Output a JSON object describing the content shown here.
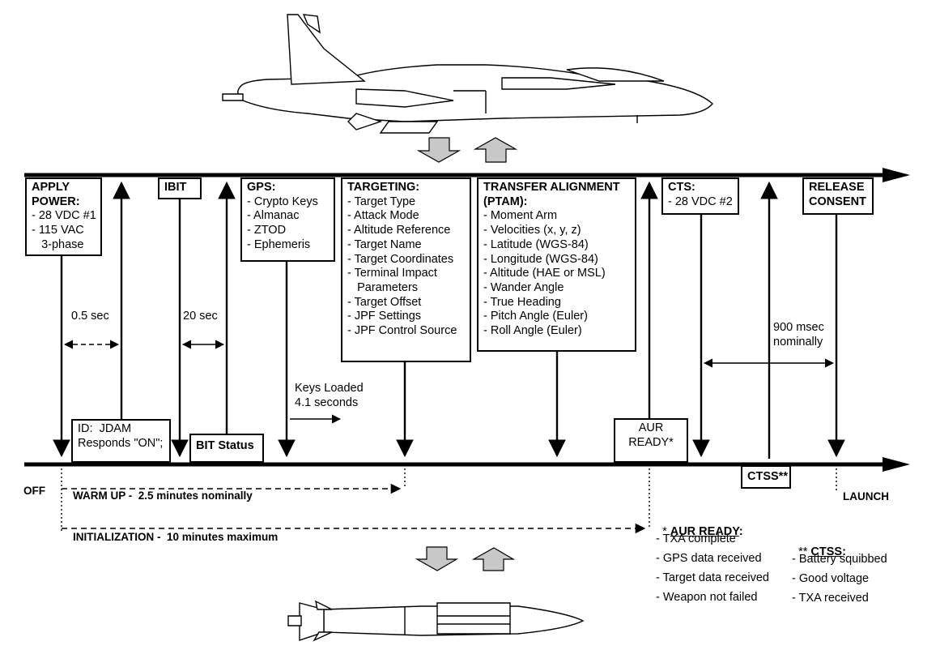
{
  "timeline": {
    "off_label": "OFF",
    "launch_label": "LAUNCH",
    "warmup_label": "WARM UP -  2.5 minutes nominally",
    "init_label": "INITIALIZATION -  10 minutes maximum"
  },
  "boxes": {
    "apply_power": {
      "title_lines": [
        "APPLY",
        "POWER:"
      ],
      "lines": [
        "- 28 VDC #1",
        "- 115 VAC",
        "   3-phase"
      ]
    },
    "ibit": {
      "title": "IBIT"
    },
    "gps": {
      "title": "GPS:",
      "lines": [
        "- Crypto Keys",
        "- Almanac",
        "- ZTOD",
        "- Ephemeris"
      ]
    },
    "targeting": {
      "title": "TARGETING:",
      "lines": [
        "- Target Type",
        "- Attack Mode",
        "- Altitude Reference",
        "- Target Name",
        "- Target Coordinates",
        "- Terminal Impact",
        "   Parameters",
        "- Target Offset",
        "- JPF Settings",
        "- JPF Control Source"
      ]
    },
    "transfer": {
      "title_lines": [
        "TRANSFER ALIGNMENT",
        "(PTAM):"
      ],
      "lines": [
        "- Moment Arm",
        "- Velocities (x, y, z)",
        "- Latitude (WGS-84)",
        "- Longitude (WGS-84)",
        "- Altitude (HAE or MSL)",
        "- Wander Angle",
        "- True Heading",
        "- Pitch Angle (Euler)",
        "- Roll Angle (Euler)"
      ]
    },
    "cts": {
      "title": "CTS:",
      "lines": [
        "- 28 VDC #2"
      ]
    },
    "release": {
      "title_lines": [
        "RELEASE",
        "CONSENT"
      ]
    },
    "id": {
      "lines": [
        "ID:  JDAM",
        "Responds \"ON\";"
      ]
    },
    "bit_status": {
      "title": "BIT Status"
    },
    "aur_ready": {
      "lines": [
        "AUR",
        "READY*"
      ]
    },
    "ctss": {
      "title": "CTSS**"
    }
  },
  "intervals": {
    "half_sec": "0.5 sec",
    "twenty_sec": "20 sec",
    "keys_loaded_lines": [
      "Keys Loaded",
      "4.1 seconds"
    ],
    "nine_hundred_lines": [
      "900 msec",
      "nominally"
    ]
  },
  "notes": {
    "aur": {
      "prefix": "* ",
      "title": "AUR READY",
      "suffix": ":",
      "items": [
        "- TXA complete",
        "- GPS data received",
        "- Target data received",
        "- Weapon not failed"
      ]
    },
    "ctss": {
      "prefix": "** ",
      "title": "CTSS",
      "suffix": ":",
      "items": [
        "- Battery squibbed",
        "- Good voltage",
        "- TXA received"
      ]
    }
  }
}
